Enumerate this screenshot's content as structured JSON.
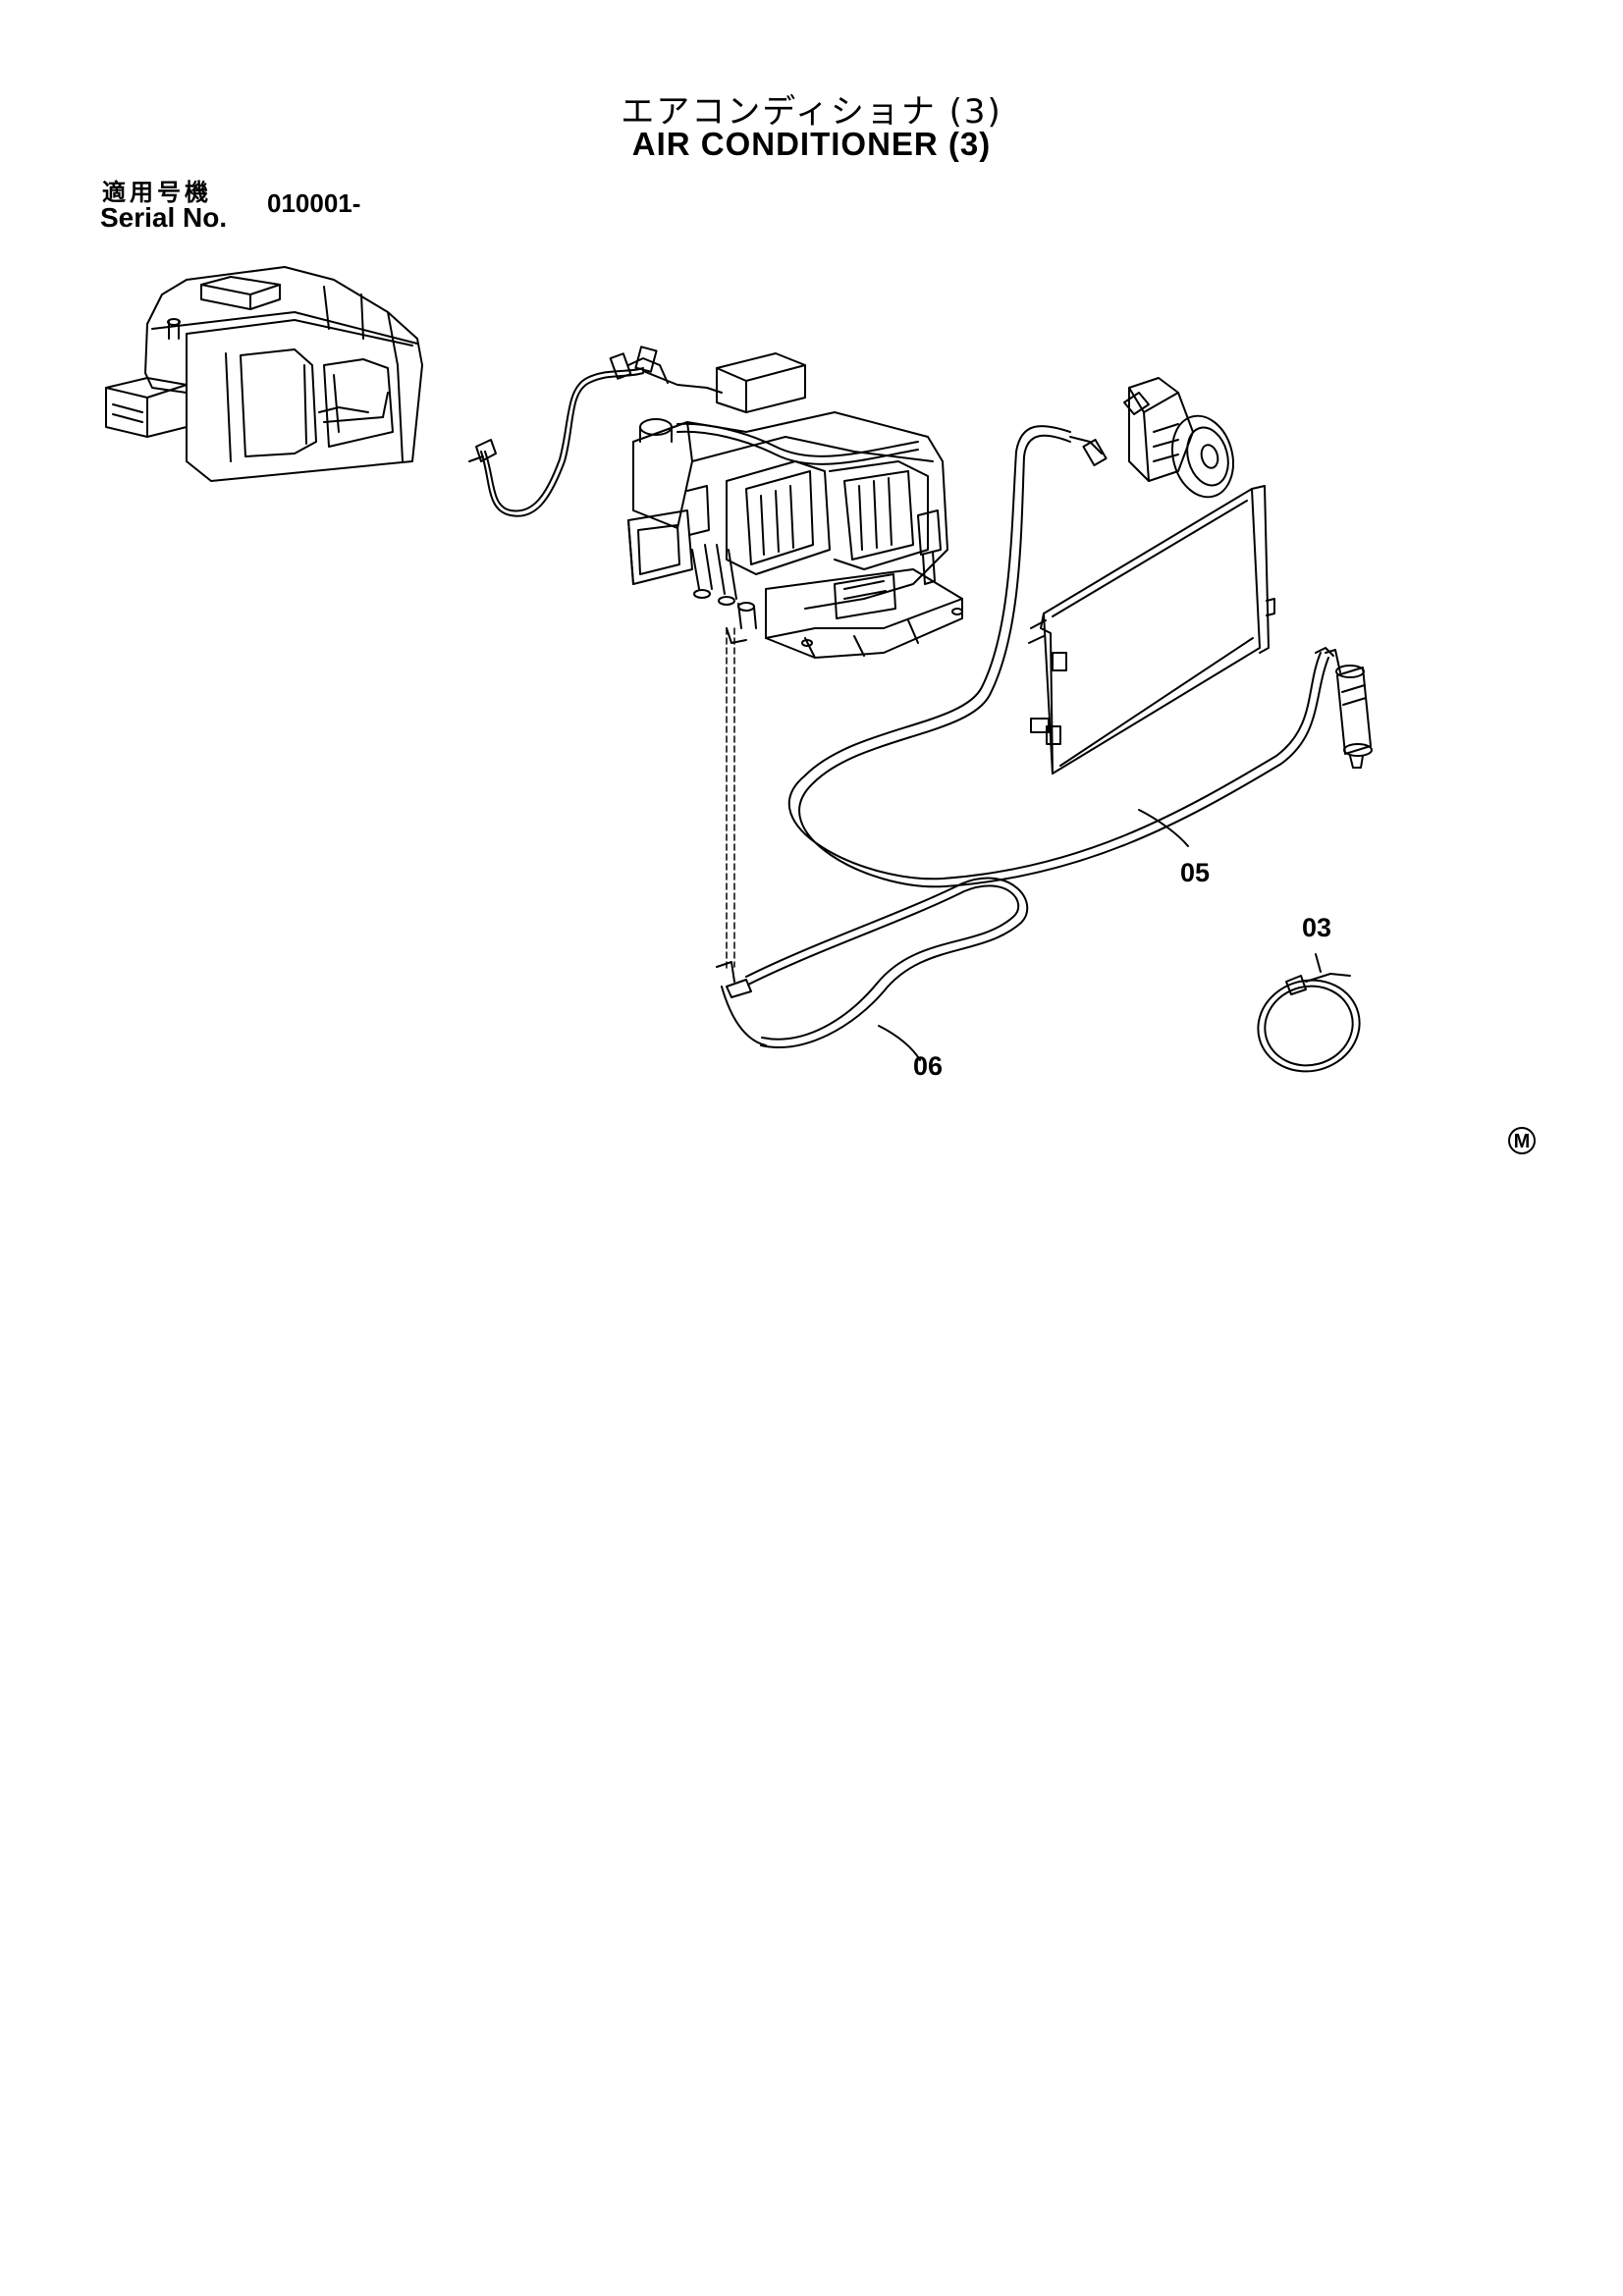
{
  "header": {
    "title_jp": "エアコンディショナ (3)",
    "title_en": "AIR CONDITIONER (3)"
  },
  "serial": {
    "label_jp": "適用号機",
    "label_en": "Serial No.",
    "value": "010001-"
  },
  "parts": {
    "p05": "05",
    "p03": "03",
    "p06": "06"
  },
  "corner_mark": "M"
}
